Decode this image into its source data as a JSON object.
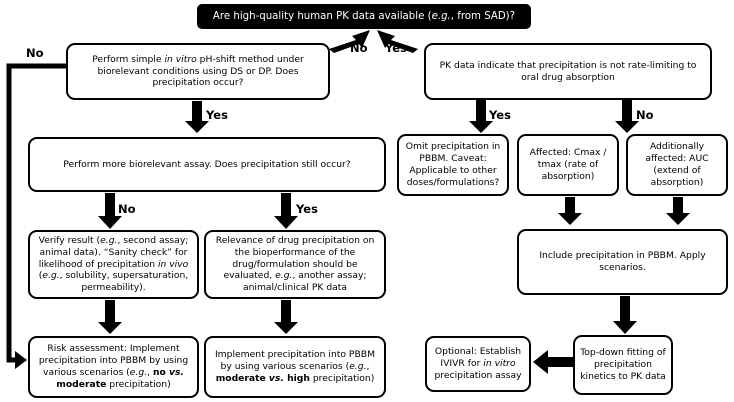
{
  "question_top": {
    "prefix": "Are high-quality human PK data available (",
    "eg": "e.g.",
    "suffix": ", from SAD)?"
  },
  "box_invitro": {
    "t1": "Perform simple ",
    "italic": "in vitro",
    "t2": " pH-shift method under biorelevant conditions using DS or DP. Does precipitation occur?"
  },
  "box_not_rate_limiting": "PK data indicate that precipitation is not rate-limiting to oral drug absorption",
  "box_more_biorelevant": "Perform more biorelevant assay. Does precipitation still occur?",
  "box_omit": "Omit precipitation in PBBM. Caveat: Applicable to other doses/formulations?",
  "box_affected_cmax": "Affected: Cmax / tmax (rate of absorption)",
  "box_affected_auc": "Additionally affected: AUC (extend of absorption)",
  "box_verify": {
    "t1": "Verify result (",
    "eg1": "e.g.",
    "t2": ", second assay; animal data). “Sanity check” for likelihood of precipitation ",
    "italic": "in vivo",
    "t3": " (",
    "eg2": "e.g.",
    "t4": ", solubility, supersaturation, permeability)."
  },
  "box_relevance": {
    "t1": "Relevance of drug precipitation on the bioperformance of the drug/formulation should be evaluated, ",
    "eg": "e.g.",
    "t2": ", another assay; animal/clinical PK data"
  },
  "box_include": "Include precipitation in PBBM. Apply scenarios.",
  "box_risk": {
    "t1": "Risk assessment: Implement precipitation into PBBM by using various scenarios (",
    "eg": "e.g.",
    "t2": ", ",
    "b1": "no",
    "vs": " vs.",
    "b2": " moderate",
    "t3": " precipitation)"
  },
  "box_implement": {
    "t1": "Implement precipitation into PBBM by using various scenarios (",
    "eg": "e.g.",
    "t2": ", ",
    "b1": "moderate",
    "vs": " vs.",
    "b2": " high",
    "t3": " precipitation)"
  },
  "box_optional": {
    "t1": "Optional: Establish IVIVR for ",
    "italic": "in vitro",
    "t2": " precipitation assay"
  },
  "box_topdown": "Top-down fitting of precipitation kinetics to PK data",
  "labels": {
    "no_outer": "No",
    "no_main": "No",
    "yes_main": "Yes",
    "yes_invitro": "Yes",
    "no_biorelevant": "No",
    "yes_biorelevant": "Yes",
    "yes_pk": "Yes",
    "no_pk": "No"
  }
}
